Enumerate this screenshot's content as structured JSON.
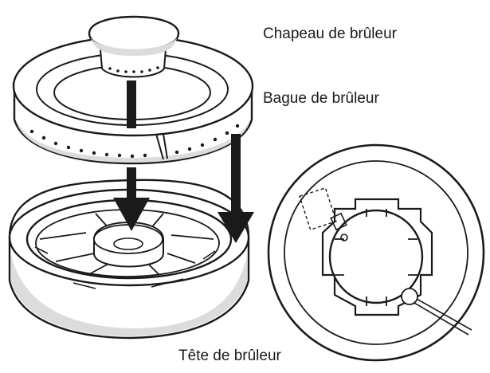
{
  "labels": {
    "cap": "Chapeau de brûleur",
    "ring": "Bague de brûleur",
    "head": "Tête de brûleur"
  },
  "colors": {
    "stroke": "#1a1a1a",
    "fill": "#ffffff",
    "shade": "#dcdcdc"
  }
}
